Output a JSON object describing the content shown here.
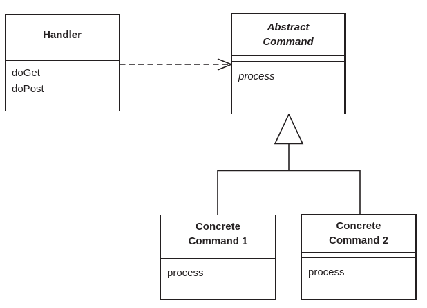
{
  "diagram": {
    "type": "uml-class-diagram",
    "background": "#ffffff",
    "line_color": "#231f20",
    "classes": {
      "handler": {
        "name": "Handler",
        "attributes": "",
        "methods": "doGet\ndoPost"
      },
      "abstract_command": {
        "name": "Abstract\nCommand",
        "attributes": "",
        "methods": "process",
        "abstract": true
      },
      "concrete_command_1": {
        "name": "Concrete\nCommand 1",
        "attributes": "",
        "methods": "process"
      },
      "concrete_command_2": {
        "name": "Concrete\nCommand 2",
        "attributes": "",
        "methods": "process"
      }
    },
    "relationships": [
      {
        "type": "dependency",
        "from": "Handler",
        "to": "Abstract Command",
        "style": "dashed-open-arrow"
      },
      {
        "type": "generalization",
        "from": "Concrete Command 1",
        "to": "Abstract Command",
        "style": "hollow-triangle"
      },
      {
        "type": "generalization",
        "from": "Concrete Command 2",
        "to": "Abstract Command",
        "style": "hollow-triangle"
      }
    ]
  }
}
